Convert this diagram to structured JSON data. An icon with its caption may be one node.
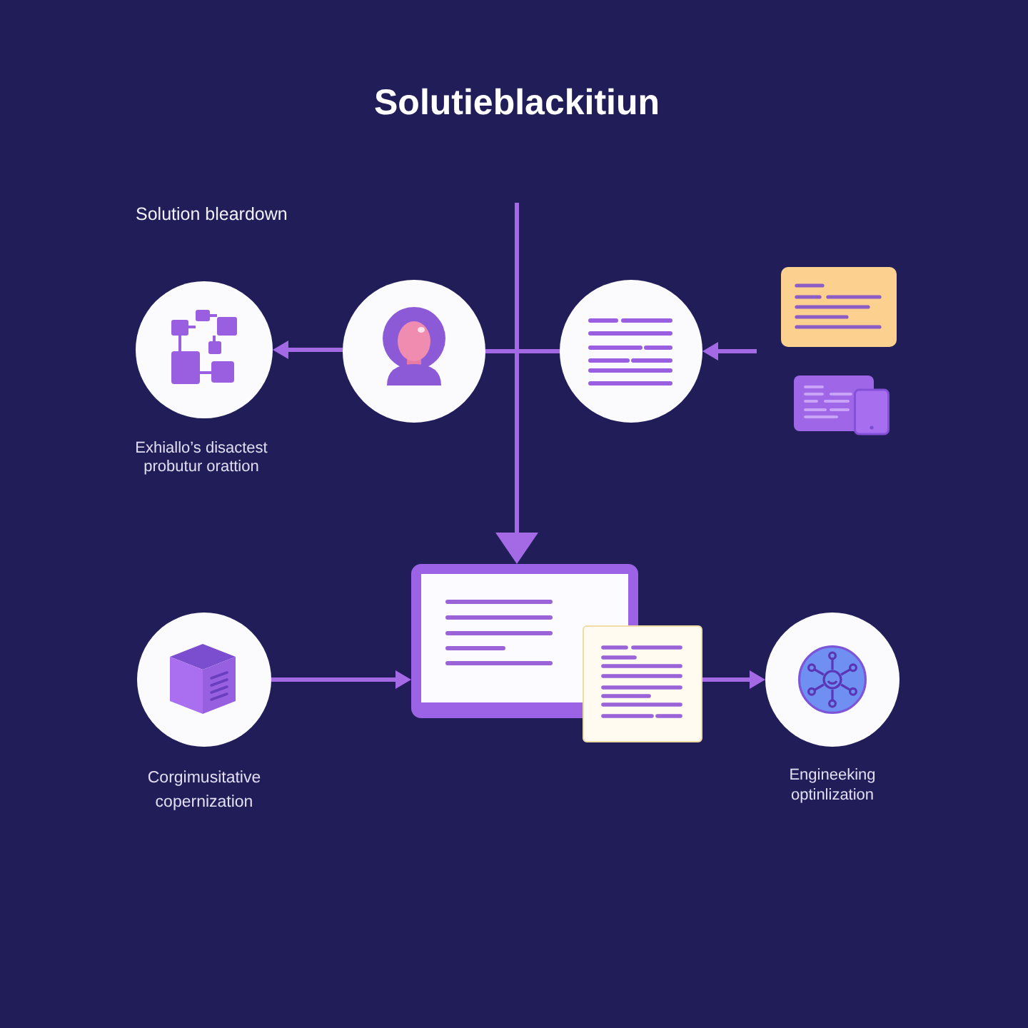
{
  "diagram": {
    "title": "Solutieblackitiun",
    "nodes": [
      {
        "text": [],
        "shape": "circle",
        "beside": [
          "Exhiallo’s disactest probutur orattion"
        ]
      },
      {
        "text": [],
        "shape": "circle"
      },
      {
        "text": [],
        "shape": "circle"
      },
      {
        "text": [],
        "shape": "circle",
        "beside": [
          "Corgimusitative copernization"
        ]
      },
      {
        "text": [],
        "shape": "box"
      },
      {
        "text": [],
        "shape": "box"
      },
      {
        "text": [],
        "shape": "circle",
        "beside": [
          "Engineeking optinlization"
        ]
      }
    ],
    "edges": [
      {
        "from": 1,
        "to": 0,
        "arrow": "to"
      },
      {
        "from": 1,
        "to": 2,
        "arrow": "none"
      },
      {
        "from": null,
        "to": 2,
        "arrow": "to"
      },
      {
        "from": null,
        "to": 4,
        "arrow": "to"
      },
      {
        "from": 3,
        "to": 4,
        "arrow": "to"
      },
      {
        "from": 5,
        "to": 6,
        "arrow": "to"
      }
    ],
    "labels": [
      "Solution bleardown"
    ]
  }
}
